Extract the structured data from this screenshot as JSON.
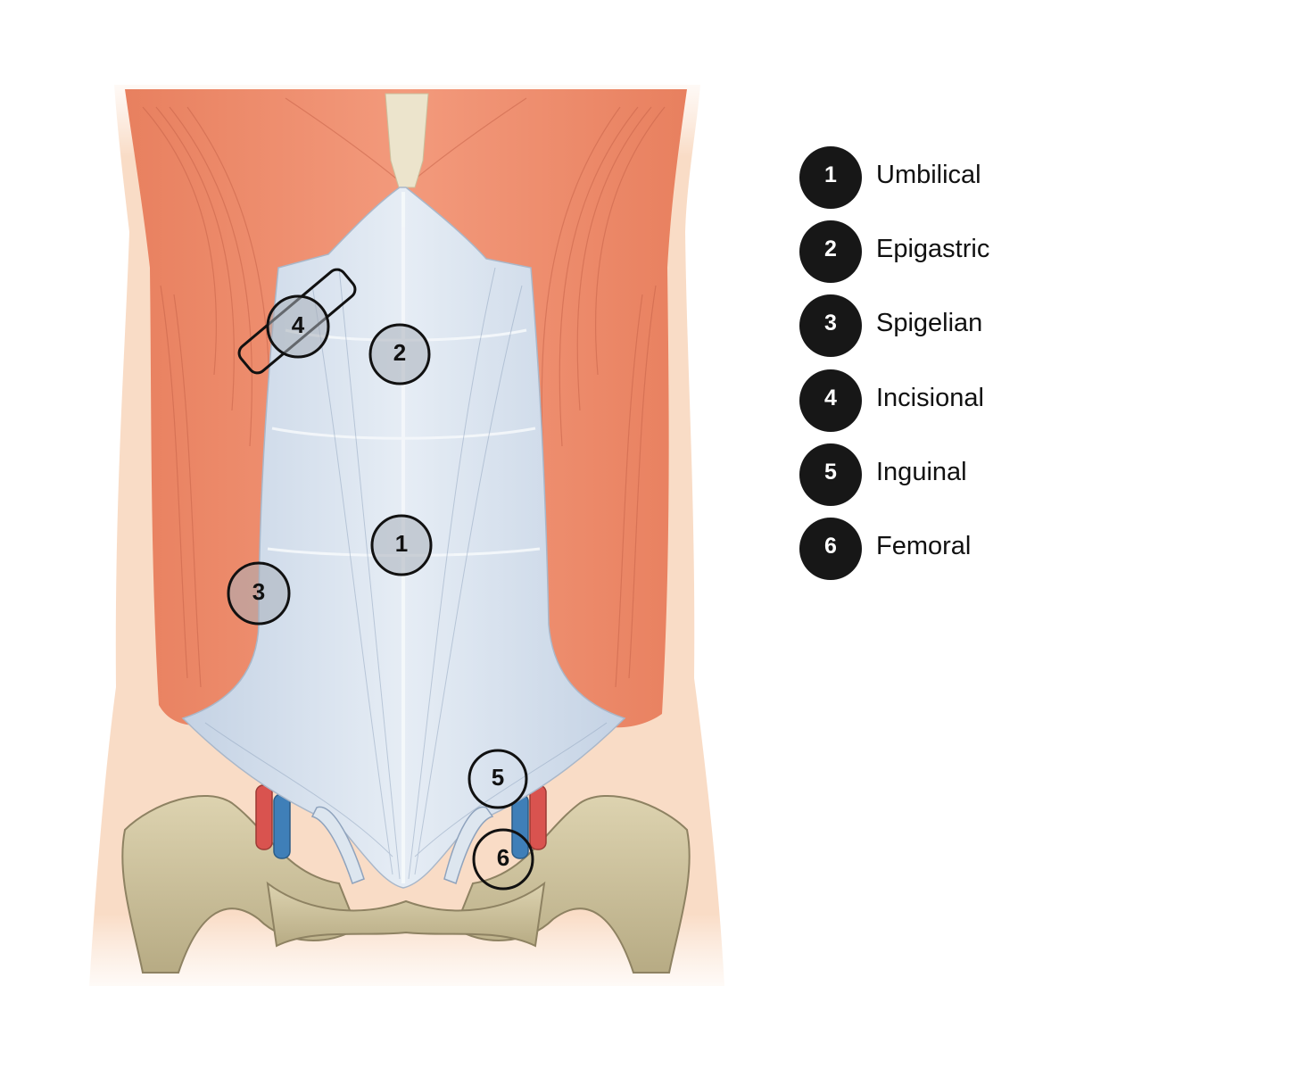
{
  "legend": {
    "items": [
      {
        "number": "1",
        "label": "Umbilical"
      },
      {
        "number": "2",
        "label": "Epigastric"
      },
      {
        "number": "3",
        "label": "Spigelian"
      },
      {
        "number": "4",
        "label": "Incisional"
      },
      {
        "number": "5",
        "label": "Inguinal"
      },
      {
        "number": "6",
        "label": "Femoral"
      }
    ]
  },
  "markers": {
    "m1": "1",
    "m2": "2",
    "m3": "3",
    "m4": "4",
    "m5": "5",
    "m6": "6"
  },
  "colors": {
    "skin": "#f7d2b8",
    "muscle": "#ee8b6e",
    "fascia": "#cfdae8",
    "bone": "#cfc39c",
    "artery": "#d9534f",
    "vein": "#3f7fb8",
    "badge": "#171717"
  }
}
